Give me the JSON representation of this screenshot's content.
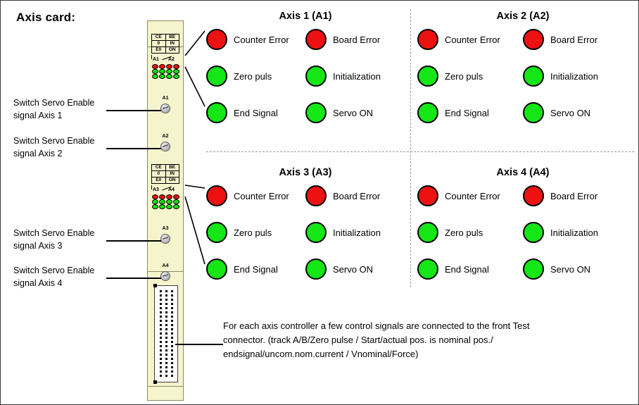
{
  "page": {
    "title": "Axis card:"
  },
  "card": {
    "legend_blocks": [
      {
        "id": "a1-a2",
        "rows": [
          [
            "CE",
            "BE"
          ],
          [
            "0",
            "IN"
          ],
          [
            "E0",
            "ON"
          ]
        ],
        "left_axis": "A1",
        "right_axis": "A2"
      },
      {
        "id": "a3-a4",
        "rows": [
          [
            "CE",
            "BE"
          ],
          [
            "0",
            "IN"
          ],
          [
            "E0",
            "ON"
          ]
        ],
        "left_axis": "A3",
        "right_axis": "A4"
      }
    ],
    "led_matrix": {
      "columns": 4,
      "rows": [
        "red",
        "green",
        "green"
      ]
    },
    "switches": [
      {
        "id": "a1",
        "label": "A1"
      },
      {
        "id": "a2",
        "label": "A2"
      },
      {
        "id": "a3",
        "label": "A3"
      },
      {
        "id": "a4",
        "label": "A4"
      }
    ],
    "connector": {
      "name": "Test connector",
      "columns": 3,
      "rows": 21
    }
  },
  "callouts": [
    {
      "id": "axis1",
      "text": "Switch Servo Enable\nsignal Axis 1"
    },
    {
      "id": "axis2",
      "text": "Switch Servo Enable\nsignal Axis 2"
    },
    {
      "id": "axis3",
      "text": "Switch Servo Enable\nsignal Axis 3"
    },
    {
      "id": "axis4",
      "text": "Switch Servo Enable\nsignal Axis 4"
    }
  ],
  "axis_panels": [
    {
      "id": "a1",
      "title": "Axis 1 (A1)",
      "leds": [
        {
          "label": "Counter Error",
          "color": "red"
        },
        {
          "label": "Board Error",
          "color": "red"
        },
        {
          "label": "Zero puls",
          "color": "green"
        },
        {
          "label": "Initialization",
          "color": "green"
        },
        {
          "label": "End Signal",
          "color": "green"
        },
        {
          "label": "Servo ON",
          "color": "green"
        }
      ]
    },
    {
      "id": "a2",
      "title": "Axis 2 (A2)",
      "leds": [
        {
          "label": "Counter Error",
          "color": "red"
        },
        {
          "label": "Board Error",
          "color": "red"
        },
        {
          "label": "Zero puls",
          "color": "green"
        },
        {
          "label": "Initialization",
          "color": "green"
        },
        {
          "label": "End Signal",
          "color": "green"
        },
        {
          "label": "Servo ON",
          "color": "green"
        }
      ]
    },
    {
      "id": "a3",
      "title": "Axis 3 (A3)",
      "leds": [
        {
          "label": "Counter Error",
          "color": "red"
        },
        {
          "label": "Board Error",
          "color": "red"
        },
        {
          "label": "Zero puls",
          "color": "green"
        },
        {
          "label": "Initialization",
          "color": "green"
        },
        {
          "label": "End Signal",
          "color": "green"
        },
        {
          "label": "Servo ON",
          "color": "green"
        }
      ]
    },
    {
      "id": "a4",
      "title": "Axis 4 (A4)",
      "leds": [
        {
          "label": "Counter Error",
          "color": "red"
        },
        {
          "label": "Board Error",
          "color": "red"
        },
        {
          "label": "Zero puls",
          "color": "green"
        },
        {
          "label": "Initialization",
          "color": "green"
        },
        {
          "label": "End Signal",
          "color": "green"
        },
        {
          "label": "Servo ON",
          "color": "green"
        }
      ]
    }
  ],
  "caption": {
    "text": "For each axis controller a few control signals are connected to the front Test\nconnector. (track A/B/Zero pulse / Start/actual pos. is nominal pos./\nendsignal/uncom.nom.current  / Vnominal/Force)"
  },
  "colors": {
    "led_red": "#ee1111",
    "led_green": "#15e615",
    "card_background": "#f6f4cd",
    "card_border": "#8d8a63",
    "divider": "#9a9a9a",
    "text": "#000000"
  }
}
